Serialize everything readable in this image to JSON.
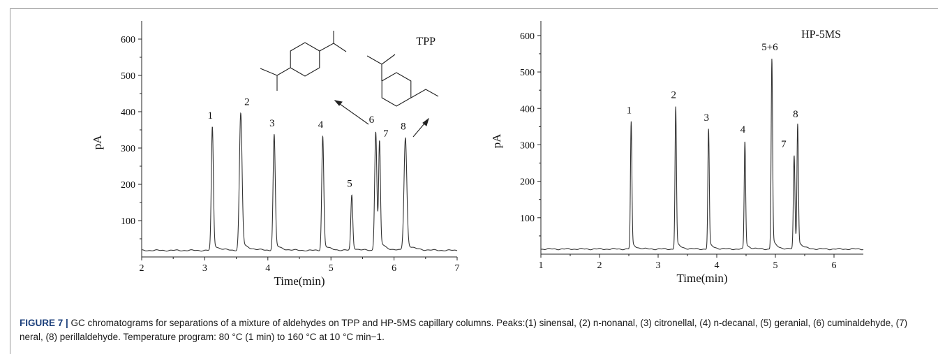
{
  "caption": {
    "label": "FIGURE 7 |",
    "text": " GC chromatograms for separations of a mixture of aldehydes on TPP and HP-5MS capillary columns. Peaks:(1) sinensal, (2) n-nonanal, (3) citronellal, (4) n-decanal, (5) geranial, (6) cuminaldehyde, (7) neral, (8) perillaldehyde. Temperature program: 80 °C (1 min) to 160 °C at 10 °C min−1."
  },
  "chart_data": [
    {
      "type": "line",
      "title": "TPP",
      "xlabel": "Time(min)",
      "ylabel": "pA",
      "xlim": [
        2,
        7
      ],
      "ylim": [
        0,
        650
      ],
      "xticks": [
        2,
        3,
        4,
        5,
        6,
        7
      ],
      "yticks": [
        100,
        200,
        300,
        400,
        500,
        600
      ],
      "baseline": 18,
      "peaks": [
        {
          "label": "1",
          "x": 3.12,
          "y": 358,
          "w": 0.016
        },
        {
          "label": "2",
          "x": 3.57,
          "y": 395,
          "w": 0.021
        },
        {
          "label": "3",
          "x": 4.1,
          "y": 337,
          "w": 0.017
        },
        {
          "label": "4",
          "x": 4.87,
          "y": 333,
          "w": 0.016
        },
        {
          "label": "5",
          "x": 5.33,
          "y": 170,
          "w": 0.015
        },
        {
          "label": "6",
          "x": 5.71,
          "y": 346,
          "w": 0.017
        },
        {
          "label": "7",
          "x": 5.77,
          "y": 308,
          "w": 0.014
        },
        {
          "label": "8",
          "x": 6.18,
          "y": 328,
          "w": 0.022
        }
      ]
    },
    {
      "type": "line",
      "title": "HP-5MS",
      "xlabel": "Time(min)",
      "ylabel": "pA",
      "xlim": [
        1,
        6.5
      ],
      "ylim": [
        0,
        640
      ],
      "xticks": [
        1,
        2,
        3,
        4,
        5,
        6
      ],
      "yticks": [
        100,
        200,
        300,
        400,
        500,
        600
      ],
      "baseline": 14,
      "peaks": [
        {
          "label": "1",
          "x": 2.54,
          "y": 363,
          "w": 0.012
        },
        {
          "label": "2",
          "x": 3.3,
          "y": 405,
          "w": 0.012
        },
        {
          "label": "3",
          "x": 3.86,
          "y": 343,
          "w": 0.012
        },
        {
          "label": "4",
          "x": 4.48,
          "y": 310,
          "w": 0.012
        },
        {
          "label": "5+6",
          "x": 4.94,
          "y": 537,
          "w": 0.012
        },
        {
          "label": "7",
          "x": 5.32,
          "y": 270,
          "w": 0.013
        },
        {
          "label": "8",
          "x": 5.38,
          "y": 353,
          "w": 0.012
        }
      ]
    }
  ]
}
